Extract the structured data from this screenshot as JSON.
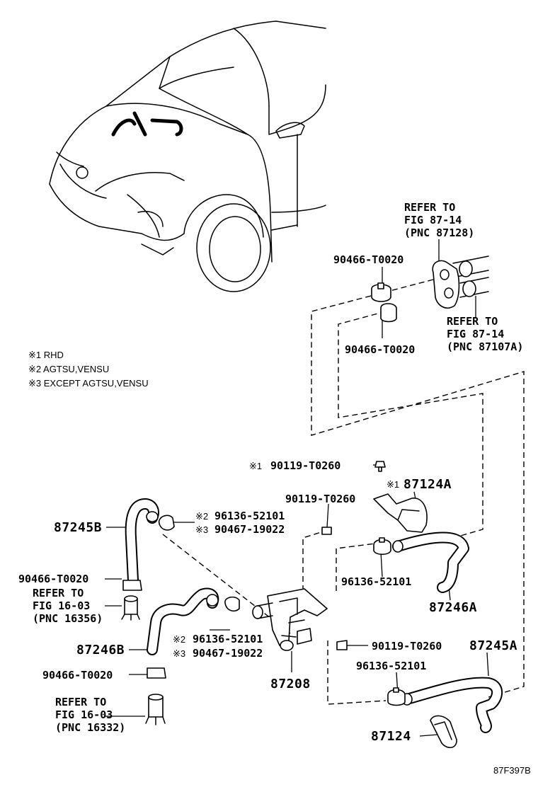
{
  "notes": [
    "※1 RHD",
    "※2 AGTSU,VENSU",
    "※3 EXCEPT AGTSU,VENSU"
  ],
  "figure_id": "87F397B",
  "labels": {
    "refer_top_1": "REFER TO",
    "refer_top_2": "FIG 87-14",
    "refer_top_3": "(PNC 87128)",
    "refer_right_1": "REFER TO",
    "refer_right_2": "FIG 87-14",
    "refer_right_3": "(PNC 87107A)",
    "clamp_top_1": "90466-T0020",
    "clamp_top_2": "90466-T0020",
    "bolt_rhd_mark": "※1",
    "bolt_rhd": "90119-T0260",
    "bracket_rhd_mark": "※1",
    "bracket_rhd": "87124A",
    "bolt_mid": "90119-T0260",
    "hose_b_top": "87245B",
    "clamp_a_mark": "※2",
    "clamp_a": "96136-52101",
    "clamp_b_mark": "※3",
    "clamp_b": "90467-19022",
    "clamp_mid": "96136-52101",
    "hose_246a": "87246A",
    "clamp_left": "90466-T0020",
    "refer_left_1": "REFER TO",
    "refer_left_2": "FIG 16-03",
    "refer_left_3": "(PNC 16356)",
    "clamp_c_mark": "※2",
    "clamp_c": "96136-52101",
    "clamp_d_mark": "※3",
    "clamp_d": "90467-19022",
    "hose_246b": "87246B",
    "bolt_low": "90119-T0260",
    "hose_245a": "87245A",
    "valve": "87208",
    "clamp_low": "96136-52101",
    "clamp_left2": "90466-T0020",
    "refer_left2_1": "REFER TO",
    "refer_left2_2": "FIG 16-03",
    "refer_left2_3": "(PNC 16332)",
    "bracket": "87124"
  }
}
